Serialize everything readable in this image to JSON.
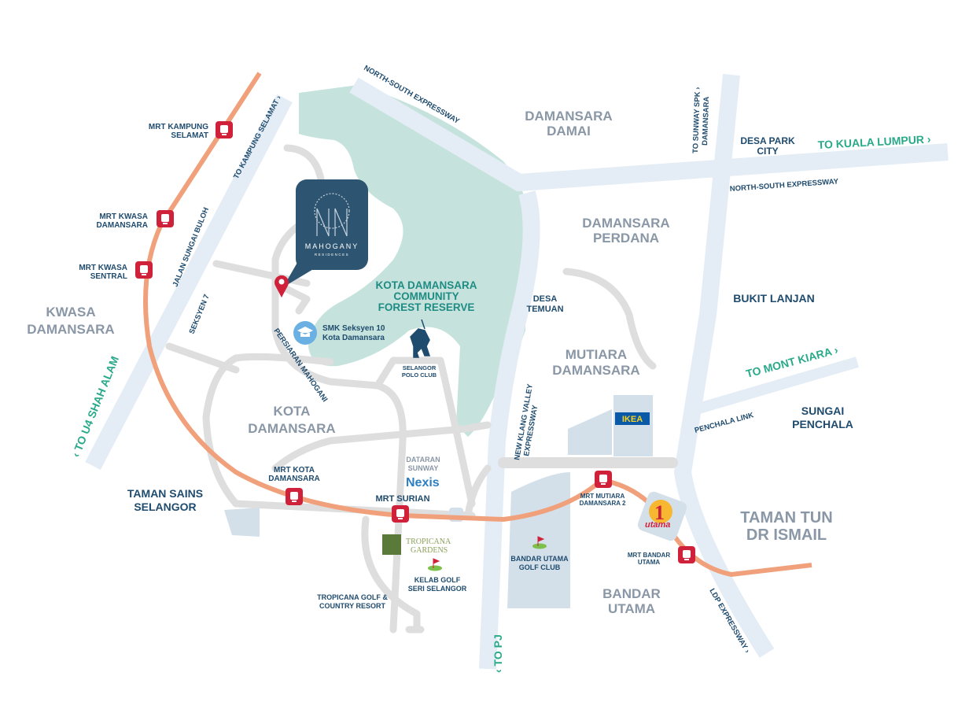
{
  "colors": {
    "highway": "#e4edf5",
    "road": "#dedede",
    "forest": "#c5e3dc",
    "mrt_line": "#f0a17b",
    "mrt_station": "#d0213a",
    "navy": "#1f4b6e",
    "district": "#8a97a6",
    "teal": "#2aaa8a",
    "logo_bg": "#2d5470"
  },
  "logo": {
    "name": "MAHOGANY",
    "sub": "RESIDENCES"
  },
  "districts": {
    "damansara_damai": [
      "DAMANSARA",
      "DAMAI"
    ],
    "damansara_perdana": [
      "DAMANSARA",
      "PERDANA"
    ],
    "kwasa": [
      "KWASA",
      "DAMANSARA"
    ],
    "kota": [
      "KOTA",
      "DAMANSARA"
    ],
    "mutiara": [
      "MUTIARA",
      "DAMANSARA"
    ],
    "ttdi": [
      "TAMAN TUN",
      "DR ISMAIL"
    ],
    "bandar_utama": [
      "BANDAR",
      "UTAMA"
    ]
  },
  "places": {
    "desa_park": [
      "DESA PARK",
      "CITY"
    ],
    "bukit_lanjan": "BUKIT LANJAN",
    "sungai_penchala": [
      "SUNGAI",
      "PENCHALA"
    ],
    "taman_sains": [
      "TAMAN SAINS",
      "SELANGOR"
    ],
    "desa_temuan": [
      "DESA",
      "TEMUAN"
    ],
    "forest": [
      "KOTA DAMANSARA",
      "COMMUNITY",
      "FOREST RESERVE"
    ],
    "smk": [
      "SMK Seksyen 10",
      "Kota Damansara"
    ],
    "polo": [
      "SELANGOR",
      "POLO CLUB"
    ],
    "dataran": [
      "DATARAN",
      "SUNWAY"
    ],
    "nexis": "Nexis",
    "tropicana_gardens": [
      "TROPICANA",
      "GARDENS"
    ],
    "kelab_golf": [
      "KELAB GOLF",
      "SERI SELANGOR"
    ],
    "tropicana_golf": [
      "TROPICANA GOLF &",
      "COUNTRY RESORT"
    ],
    "bu_golf": [
      "BANDAR UTAMA",
      "GOLF CLUB"
    ],
    "ikea": "IKEA",
    "one_utama": "utama"
  },
  "stations": {
    "kampung_selamat": [
      "MRT KAMPUNG",
      "SELAMAT"
    ],
    "kwasa_damansara": [
      "MRT KWASA",
      "DAMANSARA"
    ],
    "kwasa_sentral": [
      "MRT KWASA",
      "SENTRAL"
    ],
    "kota_damansara": [
      "MRT KOTA",
      "DAMANSARA"
    ],
    "surian": "MRT SURIAN",
    "mutiara2": [
      "MRT MUTIARA",
      "DAMANSARA 2"
    ],
    "bandar_utama": [
      "MRT BANDAR",
      "UTAMA"
    ]
  },
  "roads": {
    "nse_top": "NORTH-SOUTH EXPRESSWAY",
    "nse_right": "NORTH-SOUTH EXPRESSWAY",
    "to_kampung": "TO KAMPUNG SELAMAT ›",
    "jalan_sb": "JALAN SUNGAI BULOH",
    "seksyen7": "SEKSYEN 7",
    "persiaran": "PERSIARAN MAHOGANI",
    "nkve": [
      "NEW KLANG VALLEY",
      "EXPRESSWAY"
    ],
    "to_spk": [
      "TO SUNWAY SPK ›",
      "DAMANSARA"
    ],
    "penchala_link": "PENCHALA LINK",
    "ldp": "LDP EXPRESSWAY ›"
  },
  "directions": {
    "kl": "TO KUALA LUMPUR ›",
    "mont_kiara": "TO MONT KIARA ›",
    "u4": "‹ TO U4 SHAH ALAM",
    "pj": "‹ TO PJ"
  }
}
